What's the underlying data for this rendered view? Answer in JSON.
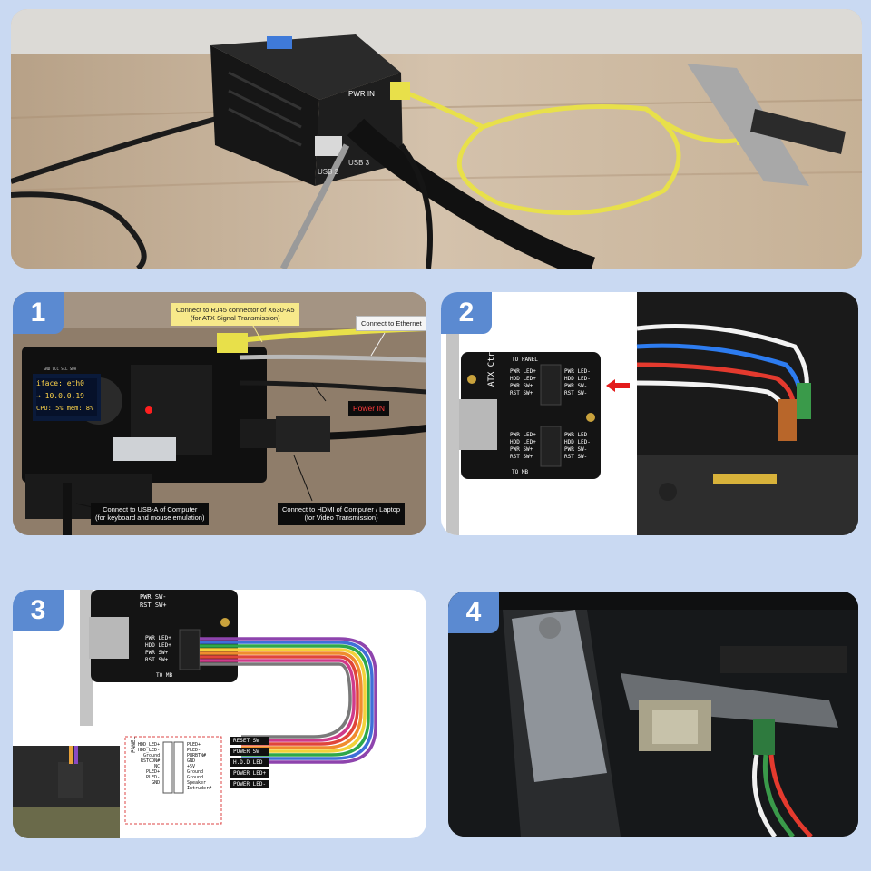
{
  "top_photo": {
    "port_labels": [
      "PWR IN",
      "USB 2",
      "USB 3"
    ]
  },
  "panel1": {
    "number": "1",
    "callouts": {
      "rj45": "Connect to RJ45 connector of X630-A5\n(for ATX Signal Transmission)",
      "ethernet": "Connect to Ethernet",
      "power": "Power IN",
      "usb": "Connect to USB-A of Computer\n(for keyboard and mouse emulation)",
      "hdmi": "Connect to HDMI of Computer / Laptop\n(for Video Transmission)"
    },
    "oled": {
      "line1": "iface: eth0",
      "line2": "→ 10.0.0.19",
      "line3": "CPU: 5% mem: 8%"
    },
    "board_text": "GND VCC SCL SDA"
  },
  "panel2": {
    "number": "2",
    "board_title": "ATX Ctrl",
    "to_panel": "TO PANEL",
    "to_mb": "TO MB",
    "left_top": [
      "PWR LED+",
      "HDD LED+",
      "PWR SW+",
      "RST SW+"
    ],
    "right_top": [
      "PWR LED-",
      "HDD LED-",
      "PWR SW-",
      "RST SW-"
    ],
    "left_bottom": [
      "PWR LED+",
      "HDD LED+",
      "PWR SW+",
      "RST SW+"
    ],
    "right_bottom": [
      "PWR LED-",
      "HDD LED-",
      "PWR SW-",
      "RST SW-"
    ]
  },
  "panel3": {
    "number": "3",
    "top_labels": [
      "PWR SW-",
      "RST SW+"
    ],
    "board_labels": [
      "PWR LED+",
      "HDD LED+",
      "PWR SW+",
      "RST SW+"
    ],
    "to_mb": "TO MB",
    "panel_word": "PANEL",
    "left_pins": [
      "HDD_LED+",
      "HDD_LED-",
      "Ground",
      "RSTCON#",
      "NC",
      "PLED+",
      "PLED-",
      "GND"
    ],
    "right_pins": [
      "PLED+",
      "PLED-",
      "PWRBTN#",
      "GND",
      "+5V",
      "Ground",
      "Ground",
      "Speaker",
      "Intruder#"
    ],
    "cable_labels": [
      "RESET SW",
      "POWER SW",
      "H.D.D LED",
      "POWER LED+",
      "POWER LED-"
    ],
    "rainbow_colors": [
      "#8e44ad",
      "#3f6fd8",
      "#2ea84a",
      "#f3d23a",
      "#f08c2e",
      "#e0453a",
      "#cf3b8a",
      "#7a7a7a"
    ]
  },
  "panel4": {
    "number": "4"
  },
  "colors": {
    "background": "#c9d9f2",
    "badge": "#5b8ad1",
    "ethernet_cable": "#e8e04a"
  }
}
